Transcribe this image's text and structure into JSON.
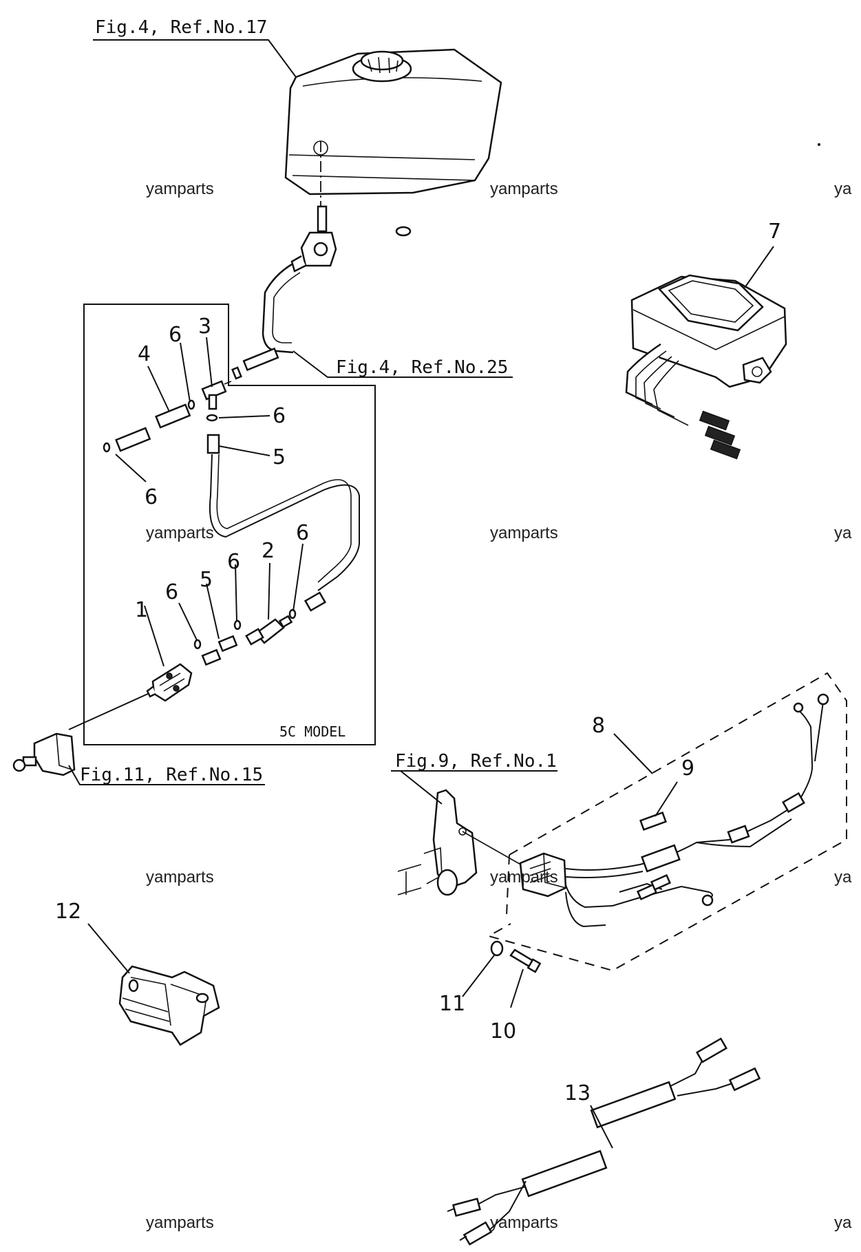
{
  "references": {
    "tank": "Fig.4, Ref.No.17",
    "hose": "Fig.4, Ref.No.25",
    "switch": "Fig.11, Ref.No.15",
    "bracket": "Fig.9, Ref.No.1"
  },
  "model_label": "5C MODEL",
  "watermark": "yamparts",
  "watermark_edge": "ya",
  "part_numbers": {
    "p1": "1",
    "p2": "2",
    "p3": "3",
    "p4": "4",
    "p5": "5",
    "p6": "6",
    "p7": "7",
    "p8": "8",
    "p9": "9",
    "p10": "10",
    "p11": "11",
    "p12": "12",
    "p13": "13"
  }
}
